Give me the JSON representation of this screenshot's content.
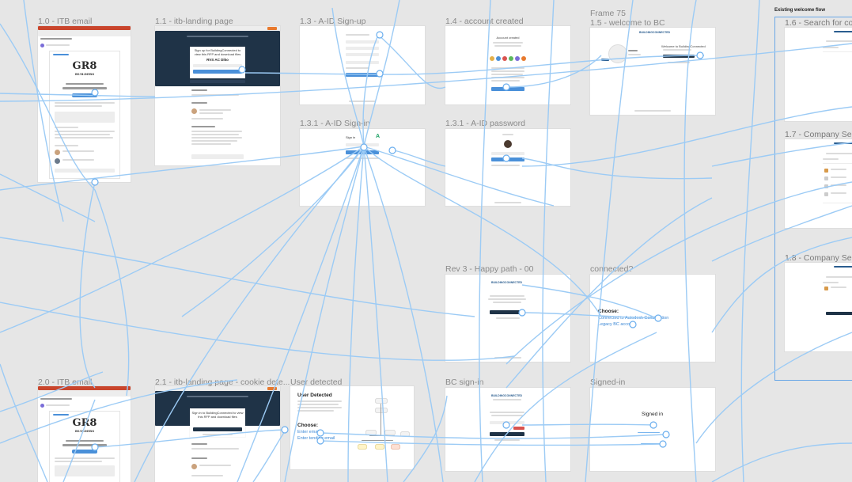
{
  "canvas": {
    "frames": [
      {
        "id": "f10",
        "title": "1.0 - ITB email"
      },
      {
        "id": "f11",
        "title": "1.1 - itb-landing page"
      },
      {
        "id": "f13",
        "title": "1.3 - A-ID Sign-up"
      },
      {
        "id": "f14",
        "title": "1.4 - account created"
      },
      {
        "id": "f75",
        "title": "Frame 75"
      },
      {
        "id": "f15",
        "title": "1.5 - welcome to BC"
      },
      {
        "id": "f131",
        "title": "1.3.1 - A-ID Sign-in"
      },
      {
        "id": "f1311",
        "title": "1.3.1 - A-ID password"
      },
      {
        "id": "frev3",
        "title": "Rev 3 - Happy path - 00"
      },
      {
        "id": "fconn",
        "title": "connected?"
      },
      {
        "id": "f20",
        "title": "2.0 - ITB email"
      },
      {
        "id": "f21",
        "title": "2.1 - itb-landing page - cookie dete..."
      },
      {
        "id": "fud",
        "title": "User detected"
      },
      {
        "id": "fbc",
        "title": "BC sign-in"
      },
      {
        "id": "fsi",
        "title": "Signed-in"
      },
      {
        "id": "f16",
        "title": "1.6 - Search for co..."
      },
      {
        "id": "f17",
        "title": "1.7 - Company Sea..."
      },
      {
        "id": "f18",
        "title": "1.8 - Company Sele..."
      }
    ],
    "group_label": "Existing welcome flow",
    "gr8_logo": "GR8",
    "gr8_sub": "BUILDERS",
    "landing": {
      "headline": "Sign up for BuildingConnected to view this RFP and download files",
      "company": "RVS AC Diko",
      "signin_headline": "Sign in to BuildingConnected to view this RFP and download files"
    },
    "connected": {
      "heading": "Choose:",
      "option1": "Connected to Autodesk Construction",
      "option2": "Legacy BC account"
    },
    "user_detected": {
      "heading": "User Detected",
      "choose": "Choose:",
      "option1": "Enter email",
      "option2": "Enter tending email"
    },
    "signed_in": {
      "heading": "Signed in"
    },
    "bc_brand": "BUILDINGCONNECTED",
    "account_created_heading": "Account created",
    "welcome_heading": "Welcome to BuildingConnected",
    "aid_signin": "Sign in",
    "accent": "#4a90d9",
    "connector_color": "#9ccbf5",
    "navy": "#1f3347"
  }
}
